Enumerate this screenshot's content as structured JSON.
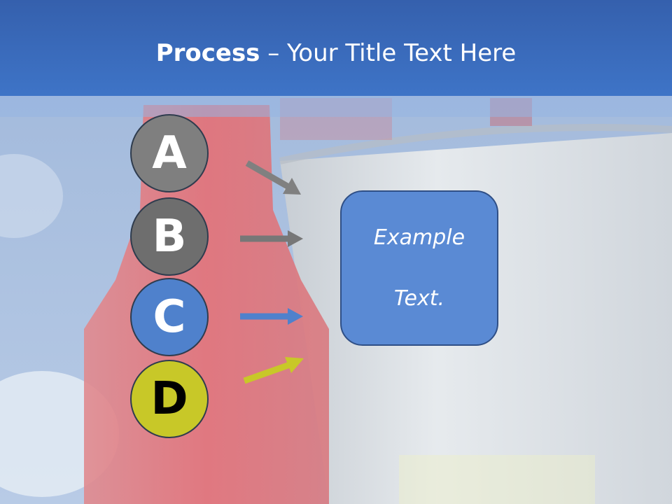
{
  "title": {
    "bold": "Process",
    "rest": " – Your Title Text Here"
  },
  "steps": [
    {
      "letter": "A",
      "fill": "#7f7f7f",
      "text_color": "#ffffff",
      "arrow_color": "#808080"
    },
    {
      "letter": "B",
      "fill": "#6e6e6e",
      "text_color": "#ffffff",
      "arrow_color": "#777777"
    },
    {
      "letter": "C",
      "fill": "#4f81cc",
      "text_color": "#ffffff",
      "arrow_color": "#4f81cc"
    },
    {
      "letter": "D",
      "fill": "#c8c828",
      "text_color": "#000000",
      "arrow_color": "#c8c828"
    }
  ],
  "box": {
    "line1": "Example",
    "line2": "Text.",
    "fill": "#5a8ad4"
  },
  "colors": {
    "header": "#3e74c7"
  }
}
